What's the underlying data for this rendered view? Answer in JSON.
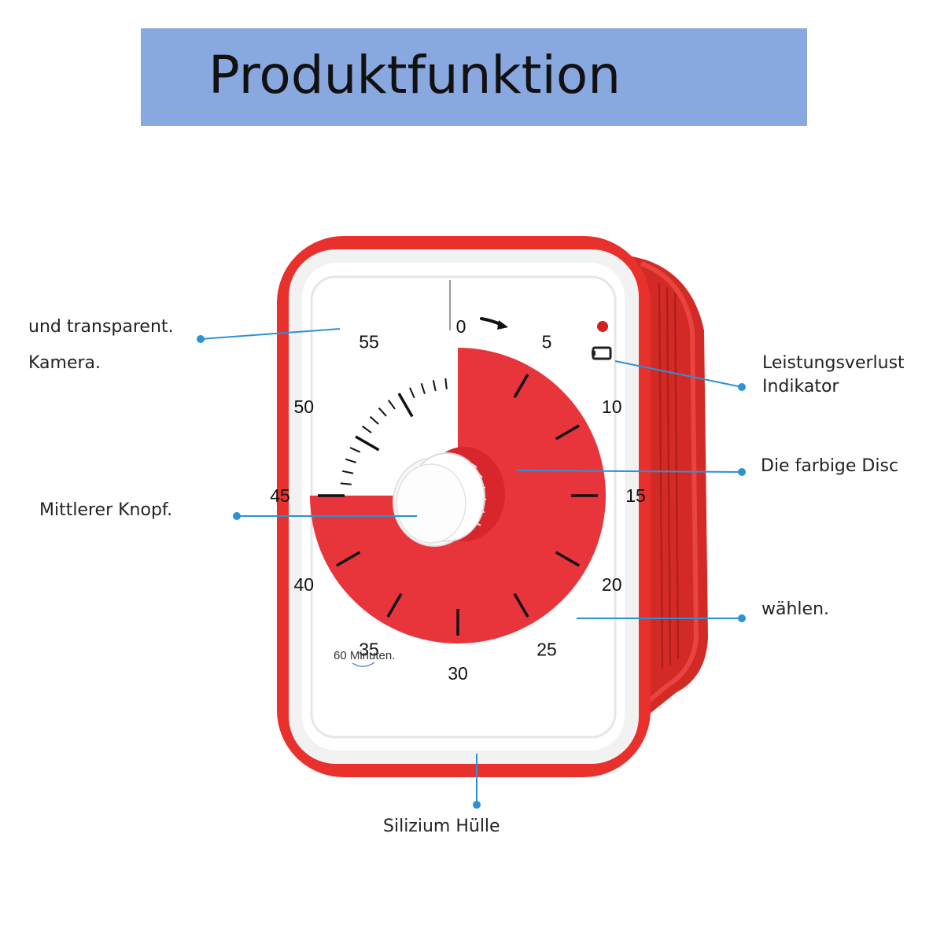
{
  "title": "Produktfunktion",
  "colors": {
    "banner": "#89a8e0",
    "case_red": "#e8302d",
    "case_red_dark": "#c92420",
    "disc_red": "#e8353c",
    "face": "#ffffff",
    "callout_line": "#2b92d6",
    "ticks": "#111111"
  },
  "callouts": {
    "transparent": [
      "und transparent.",
      "Kamera."
    ],
    "knob": "Mittlerer Knopf.",
    "power_loss": [
      "Leistungsverlust",
      "Indikator"
    ],
    "disc": "Die farbige Disc",
    "select": "wählen.",
    "case": "Silizium Hülle"
  },
  "timer": {
    "dial_numbers": [
      "0",
      "5",
      "10",
      "15",
      "20",
      "25",
      "30",
      "35",
      "40",
      "45",
      "50",
      "55"
    ],
    "face_label": "60 Minuten.",
    "set_minutes": 45,
    "total_minutes": 60,
    "icons": [
      "power-led-icon",
      "battery-icon",
      "direction-arrow-icon"
    ]
  }
}
